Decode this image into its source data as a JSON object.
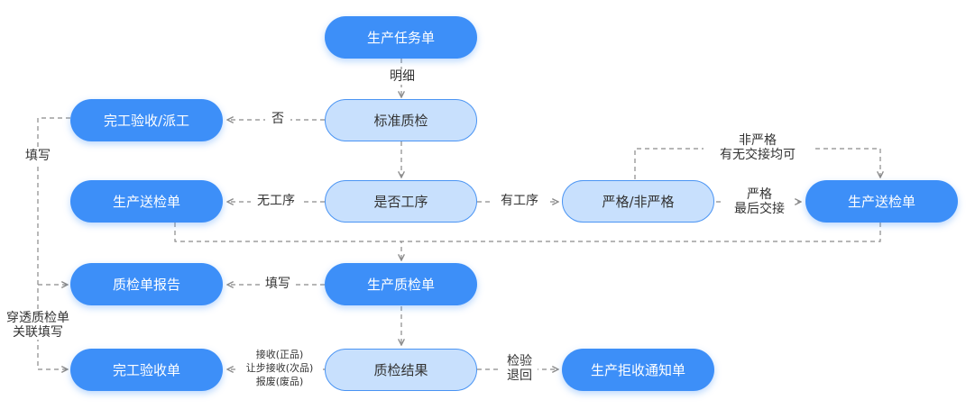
{
  "nodes": {
    "production_task": "生产任务单",
    "complete_dispatch": "完工验收/派工",
    "standard_qc": "标准质检",
    "production_inspection_left": "生产送检单",
    "has_process": "是否工序",
    "strict": "严格/非严格",
    "production_inspection_right": "生产送检单",
    "qc_report": "质检单报告",
    "production_qc": "生产质检单",
    "completion_acceptance": "完工验收单",
    "qc_result": "质检结果",
    "rejection_notice": "生产拒收通知单"
  },
  "labels": {
    "detail": "明细",
    "no": "否",
    "fill_in": "填写",
    "no_process": "无工序",
    "has_process": "有工序",
    "strict_or_not_line1": "非严格",
    "strict_or_not_line2": "有无交接均可",
    "strict_line1": "严格",
    "strict_line2": "最后交接",
    "fill_in_2": "填写",
    "penetrate_line1": "穿透质检单",
    "penetrate_line2": "关联填写",
    "accept_good": "接收(正品)",
    "concession_accept": "让步接收(次品)",
    "scrap": "报废(废品)",
    "inspect_line1": "检验",
    "inspect_line2": "退回"
  },
  "colors": {
    "primary_node": "#3d8ff8",
    "secondary_node_fill": "#c8e0fd",
    "secondary_node_border": "#4a94f3",
    "connector": "#8a8a8a"
  }
}
